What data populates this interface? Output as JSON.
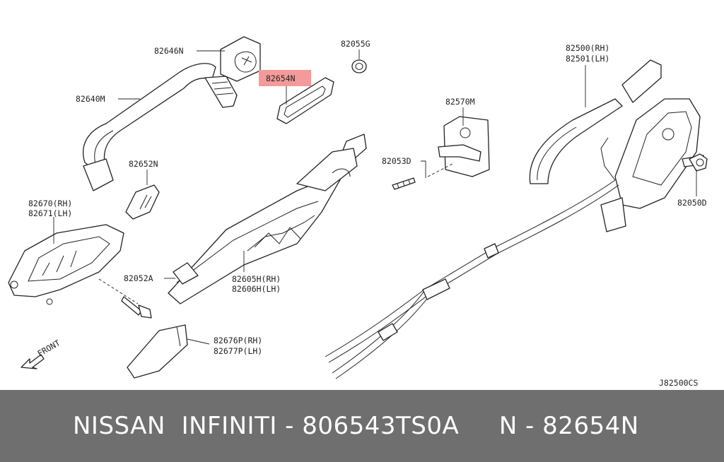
{
  "diagram": {
    "labels": {
      "p82646N": "82646N",
      "p82640M": "82640M",
      "p82055G": "82055G",
      "p82654N": "82654N",
      "p82500": "82500(RH)",
      "p82501": "82501(LH)",
      "p82570M": "82570M",
      "p82652N": "82652N",
      "p82053D": "82053D",
      "p82670": "82670(RH)",
      "p82671": "82671(LH)",
      "p82050D": "82050D",
      "p82052A": "82052A",
      "p82605H": "82605H(RH)",
      "p82606H": "82606H(LH)",
      "p82676P": "82676P(RH)",
      "p82677P": "82677P(LH)",
      "front": "FRONT",
      "code": "J82500CS"
    },
    "highlight_color": "#f59a9a",
    "front_arrow_icon": "arrow-down-left-icon"
  },
  "footer": {
    "text": "NISSAN  INFINITI - 806543TS0A     N - 82654N",
    "bg_color": "#6f6f6f"
  }
}
